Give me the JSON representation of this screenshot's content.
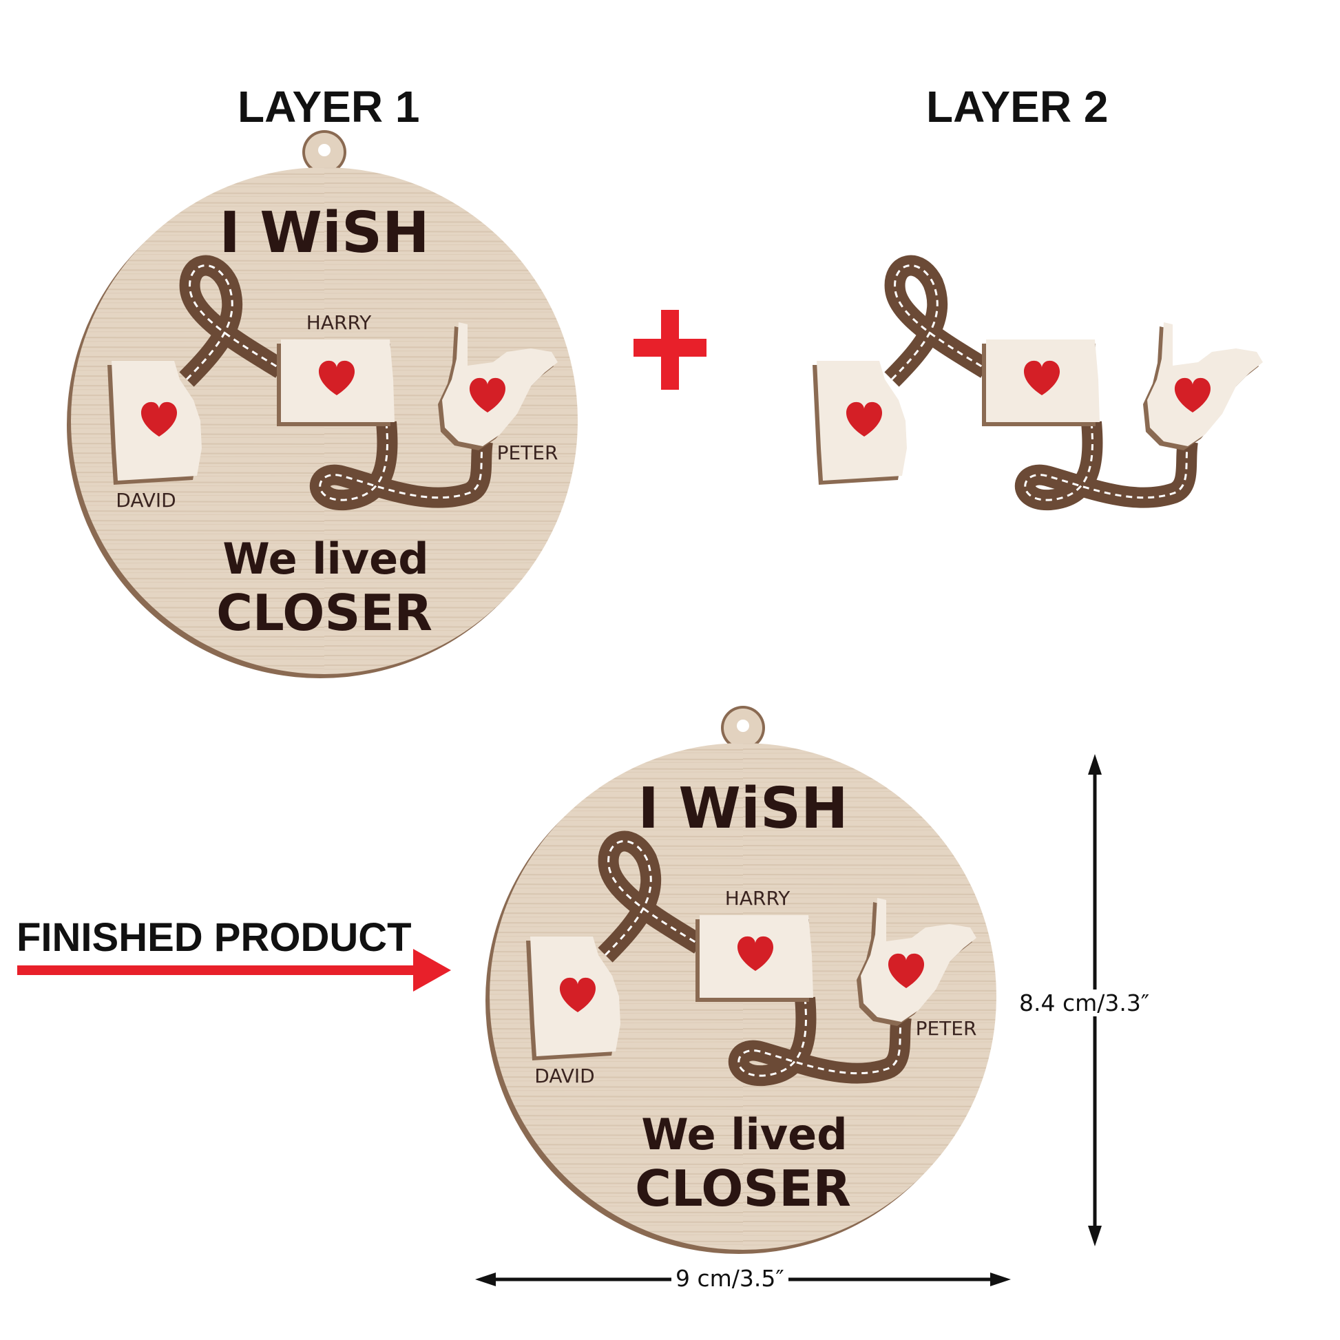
{
  "labels": {
    "layer1": "LAYER 1",
    "layer2": "LAYER 2",
    "finished": "FINISHED PRODUCT"
  },
  "ornament": {
    "title": "I WiSH",
    "names": [
      "HARRY",
      "DAVID",
      "PETER"
    ],
    "line1": "We lived",
    "line2": "CLOSER"
  },
  "dimensions": {
    "height": "8.4 cm/3.3″",
    "width": "9 cm/3.5″"
  },
  "colors": {
    "accent_red": "#e8202a",
    "wood": "#e2d2bf",
    "wood_edge": "#8a6a52",
    "heart": "#d41f26",
    "text_dark": "#2a1512"
  }
}
